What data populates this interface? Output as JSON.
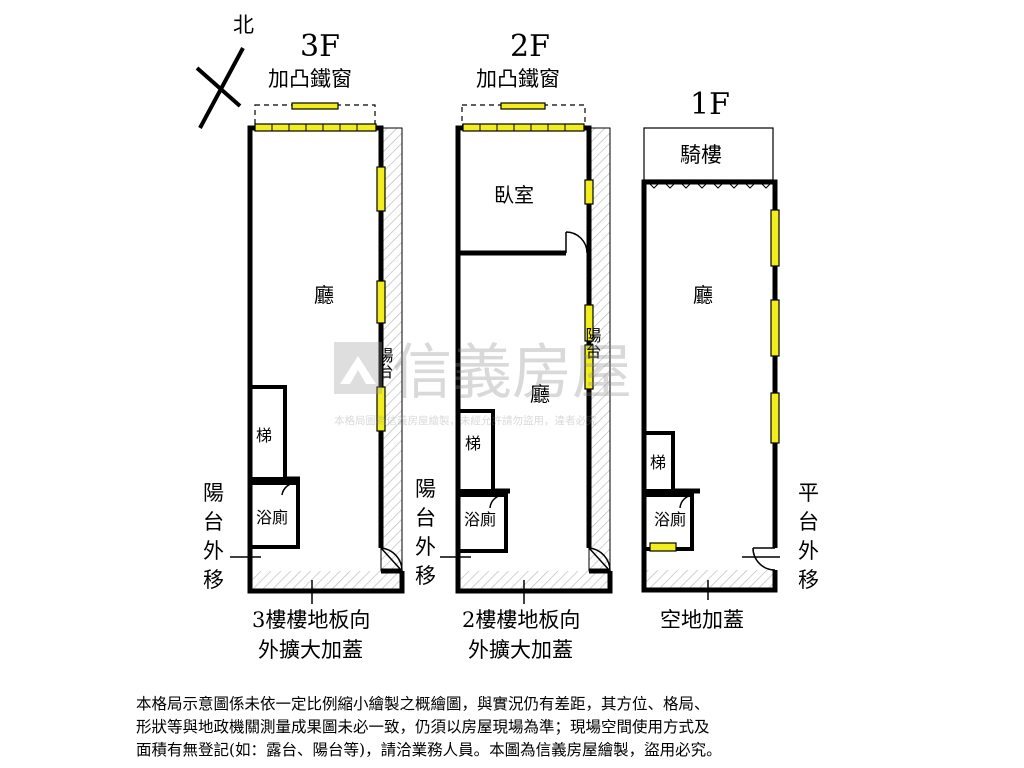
{
  "compass": {
    "label": "北"
  },
  "floors": {
    "f3": {
      "title": "3F",
      "window_label": "加凸鐵窗",
      "room_main": "廳",
      "stairs": "梯",
      "bath": "浴廁",
      "balcony": "陽台",
      "side_label": [
        "陽",
        "台",
        "外",
        "移"
      ],
      "bottom_label": [
        "3樓樓地板向",
        "外擴大加蓋"
      ]
    },
    "f2": {
      "title": "2F",
      "window_label": "加凸鐵窗",
      "bedroom": "臥室",
      "room_main": "廳",
      "stairs": "梯",
      "bath": "浴廁",
      "balcony": "陽台",
      "side_label": [
        "陽",
        "台",
        "外",
        "移"
      ],
      "bottom_label": [
        "2樓樓地板向",
        "外擴大加蓋"
      ]
    },
    "f1": {
      "title": "1F",
      "arcade": "騎樓",
      "room_main": "廳",
      "stairs": "梯",
      "bath": "浴廁",
      "side_label": [
        "平",
        "台",
        "外",
        "移"
      ],
      "bottom_label": "空地加蓋"
    }
  },
  "watermark": {
    "brand": "信義房屋",
    "line": "本格局圖為信義房屋繪製，未經允許請勿盜用，違者必究"
  },
  "disclaimer": [
    "本格局示意圖係未依一定比例縮小繪製之概繪圖，與實況仍有差距，其方位、格局、",
    "形狀等與地政機關測量成果圖未必一致，仍須以房屋現場為準；現場空間使用方式及",
    "面積有無登記(如：露台、陽台等)，請洽業務人員。本圖為信義房屋繪製，盜用必究。"
  ],
  "colors": {
    "window": "#f2ee1e",
    "wall": "#000000",
    "hatch": "#bdbdbd",
    "watermark": "#c8c8c8"
  }
}
